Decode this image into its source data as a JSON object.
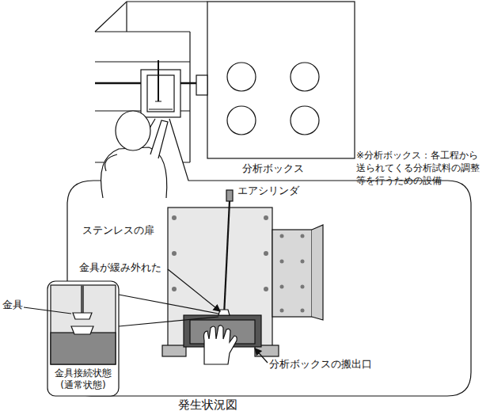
{
  "diagram": {
    "caption": "発生状況図",
    "nodes": [
      {
        "text": [
          "金具接続状態 (通常状態)"
        ]
      }
    ],
    "labels": [
      "分析ボックス",
      "※分析ボックス：各工程から 送られてくる分析試料の調整 等を行うための設備",
      "エアシリンダ",
      "ステンレスの扉",
      "金具が緩み外れた",
      "金具",
      "分析ボックスの搬出口"
    ]
  }
}
